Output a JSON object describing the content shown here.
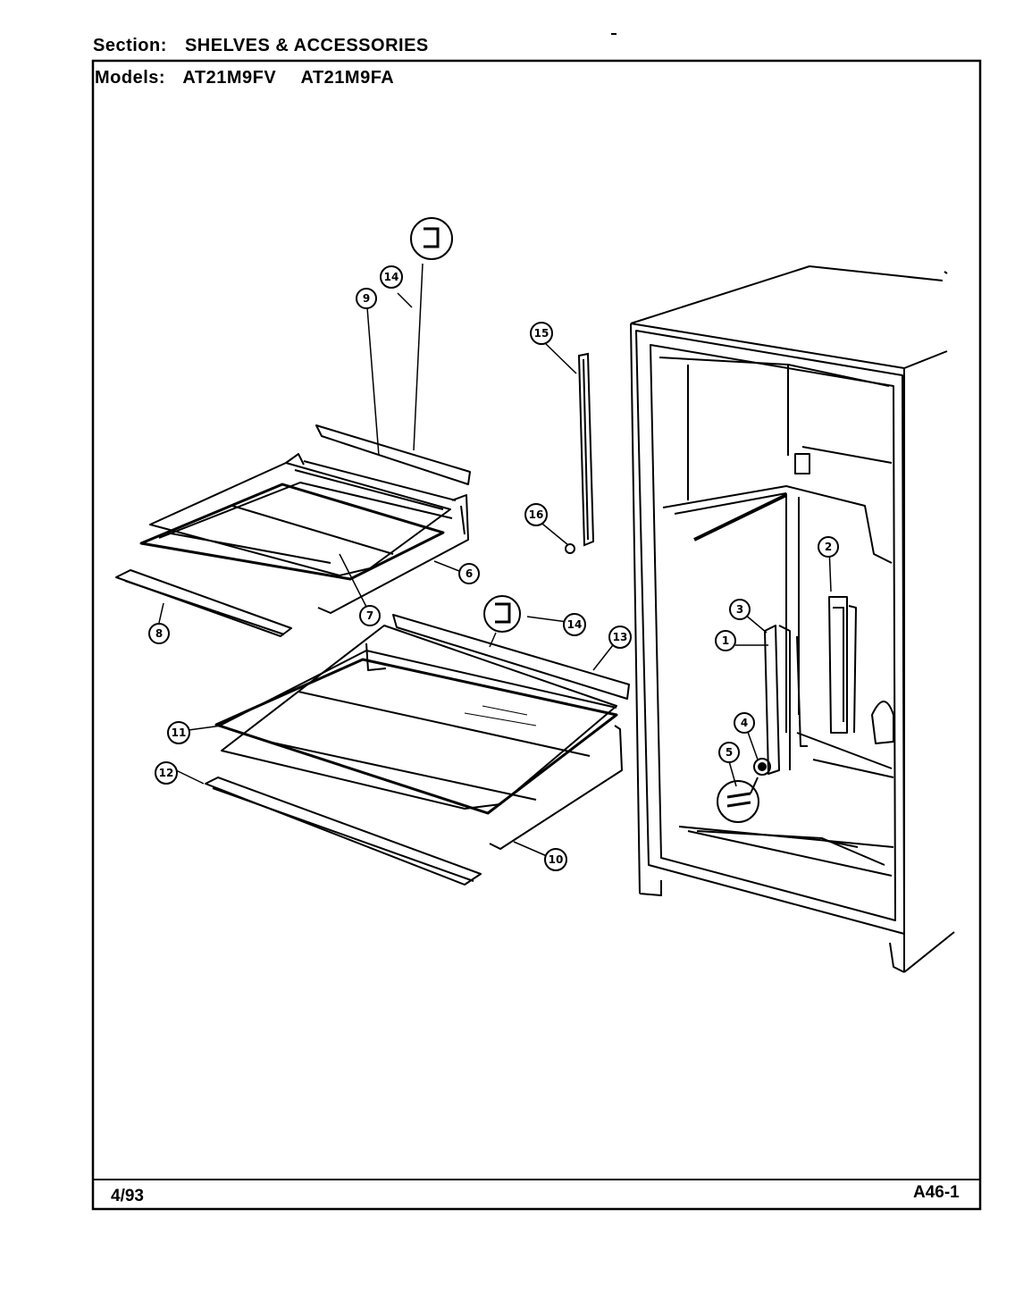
{
  "header": {
    "section_label": "Section:",
    "section_value": "SHELVES & ACCESSORIES",
    "models_label": "Models:",
    "models": [
      "AT21M9FV",
      "AT21M9FA"
    ]
  },
  "footer": {
    "date": "4/93",
    "page_code": "A46-1"
  },
  "callouts": [
    "1",
    "2",
    "3",
    "4",
    "5",
    "6",
    "7",
    "8",
    "9",
    "10",
    "11",
    "12",
    "13",
    "14",
    "14",
    "15",
    "16"
  ]
}
